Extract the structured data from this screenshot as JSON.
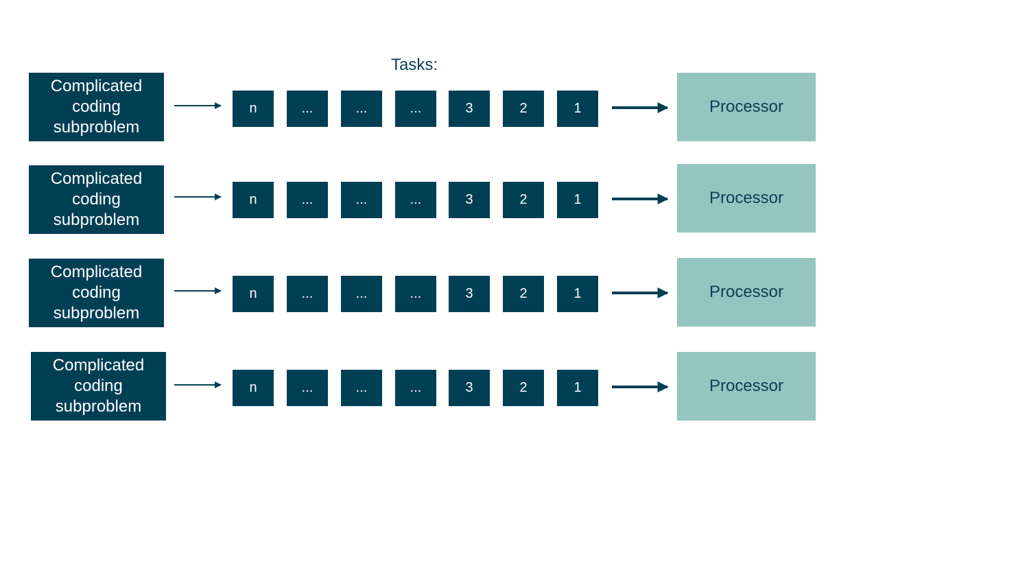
{
  "tasks_label": "Tasks:",
  "rows": [
    {
      "subproblem": "Complicated coding subproblem",
      "tasks": [
        "n",
        "...",
        "...",
        "...",
        "3",
        "2",
        "1"
      ],
      "processor": "Processor"
    },
    {
      "subproblem": "Complicated coding subproblem",
      "tasks": [
        "n",
        "...",
        "...",
        "...",
        "3",
        "2",
        "1"
      ],
      "processor": "Processor"
    },
    {
      "subproblem": "Complicated coding subproblem",
      "tasks": [
        "n",
        "...",
        "...",
        "...",
        "3",
        "2",
        "1"
      ],
      "processor": "Processor"
    },
    {
      "subproblem": "Complicated coding subproblem",
      "tasks": [
        "n",
        "...",
        "...",
        "...",
        "3",
        "2",
        "1"
      ],
      "processor": "Processor"
    }
  ],
  "colors": {
    "box_dark": "#013f55",
    "processor_fill": "#95c5c1",
    "text_dark": "#0b3f54",
    "text_light": "#ffffff"
  }
}
